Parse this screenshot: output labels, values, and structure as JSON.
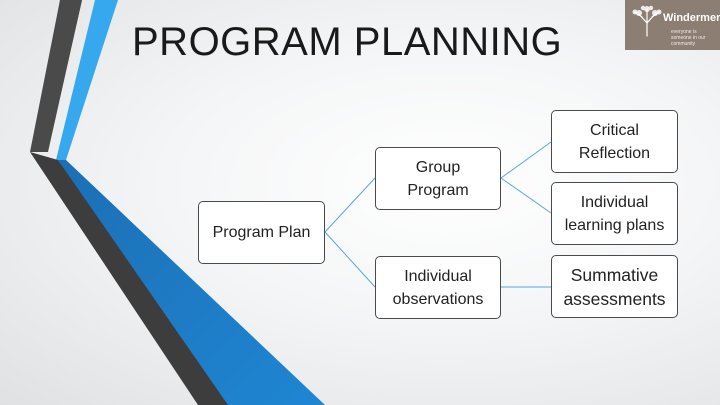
{
  "title": "PROGRAM PLANNING",
  "logo": {
    "brand": "Windermere",
    "tagline": "everyone is someone in our community",
    "icon": "tree-icon"
  },
  "colors": {
    "accent_blue": "#1f86d3",
    "light_blue": "#35a8ee",
    "dark_band": "#3d3d3d",
    "connector": "#5aa7dd",
    "node_border": "#4a4a4a",
    "logo_bg": "#8c7e73"
  },
  "diagram": {
    "root": {
      "label": "Program Plan"
    },
    "group_program": {
      "label": "Group\nProgram"
    },
    "individual_observations": {
      "label": "Individual\nobservations"
    },
    "critical_reflection": {
      "label": "Critical\nReflection"
    },
    "individual_learning_plans": {
      "label": "Individual\nlearning plans"
    },
    "summative_assessments": {
      "label": "Summative\nassessments"
    }
  }
}
